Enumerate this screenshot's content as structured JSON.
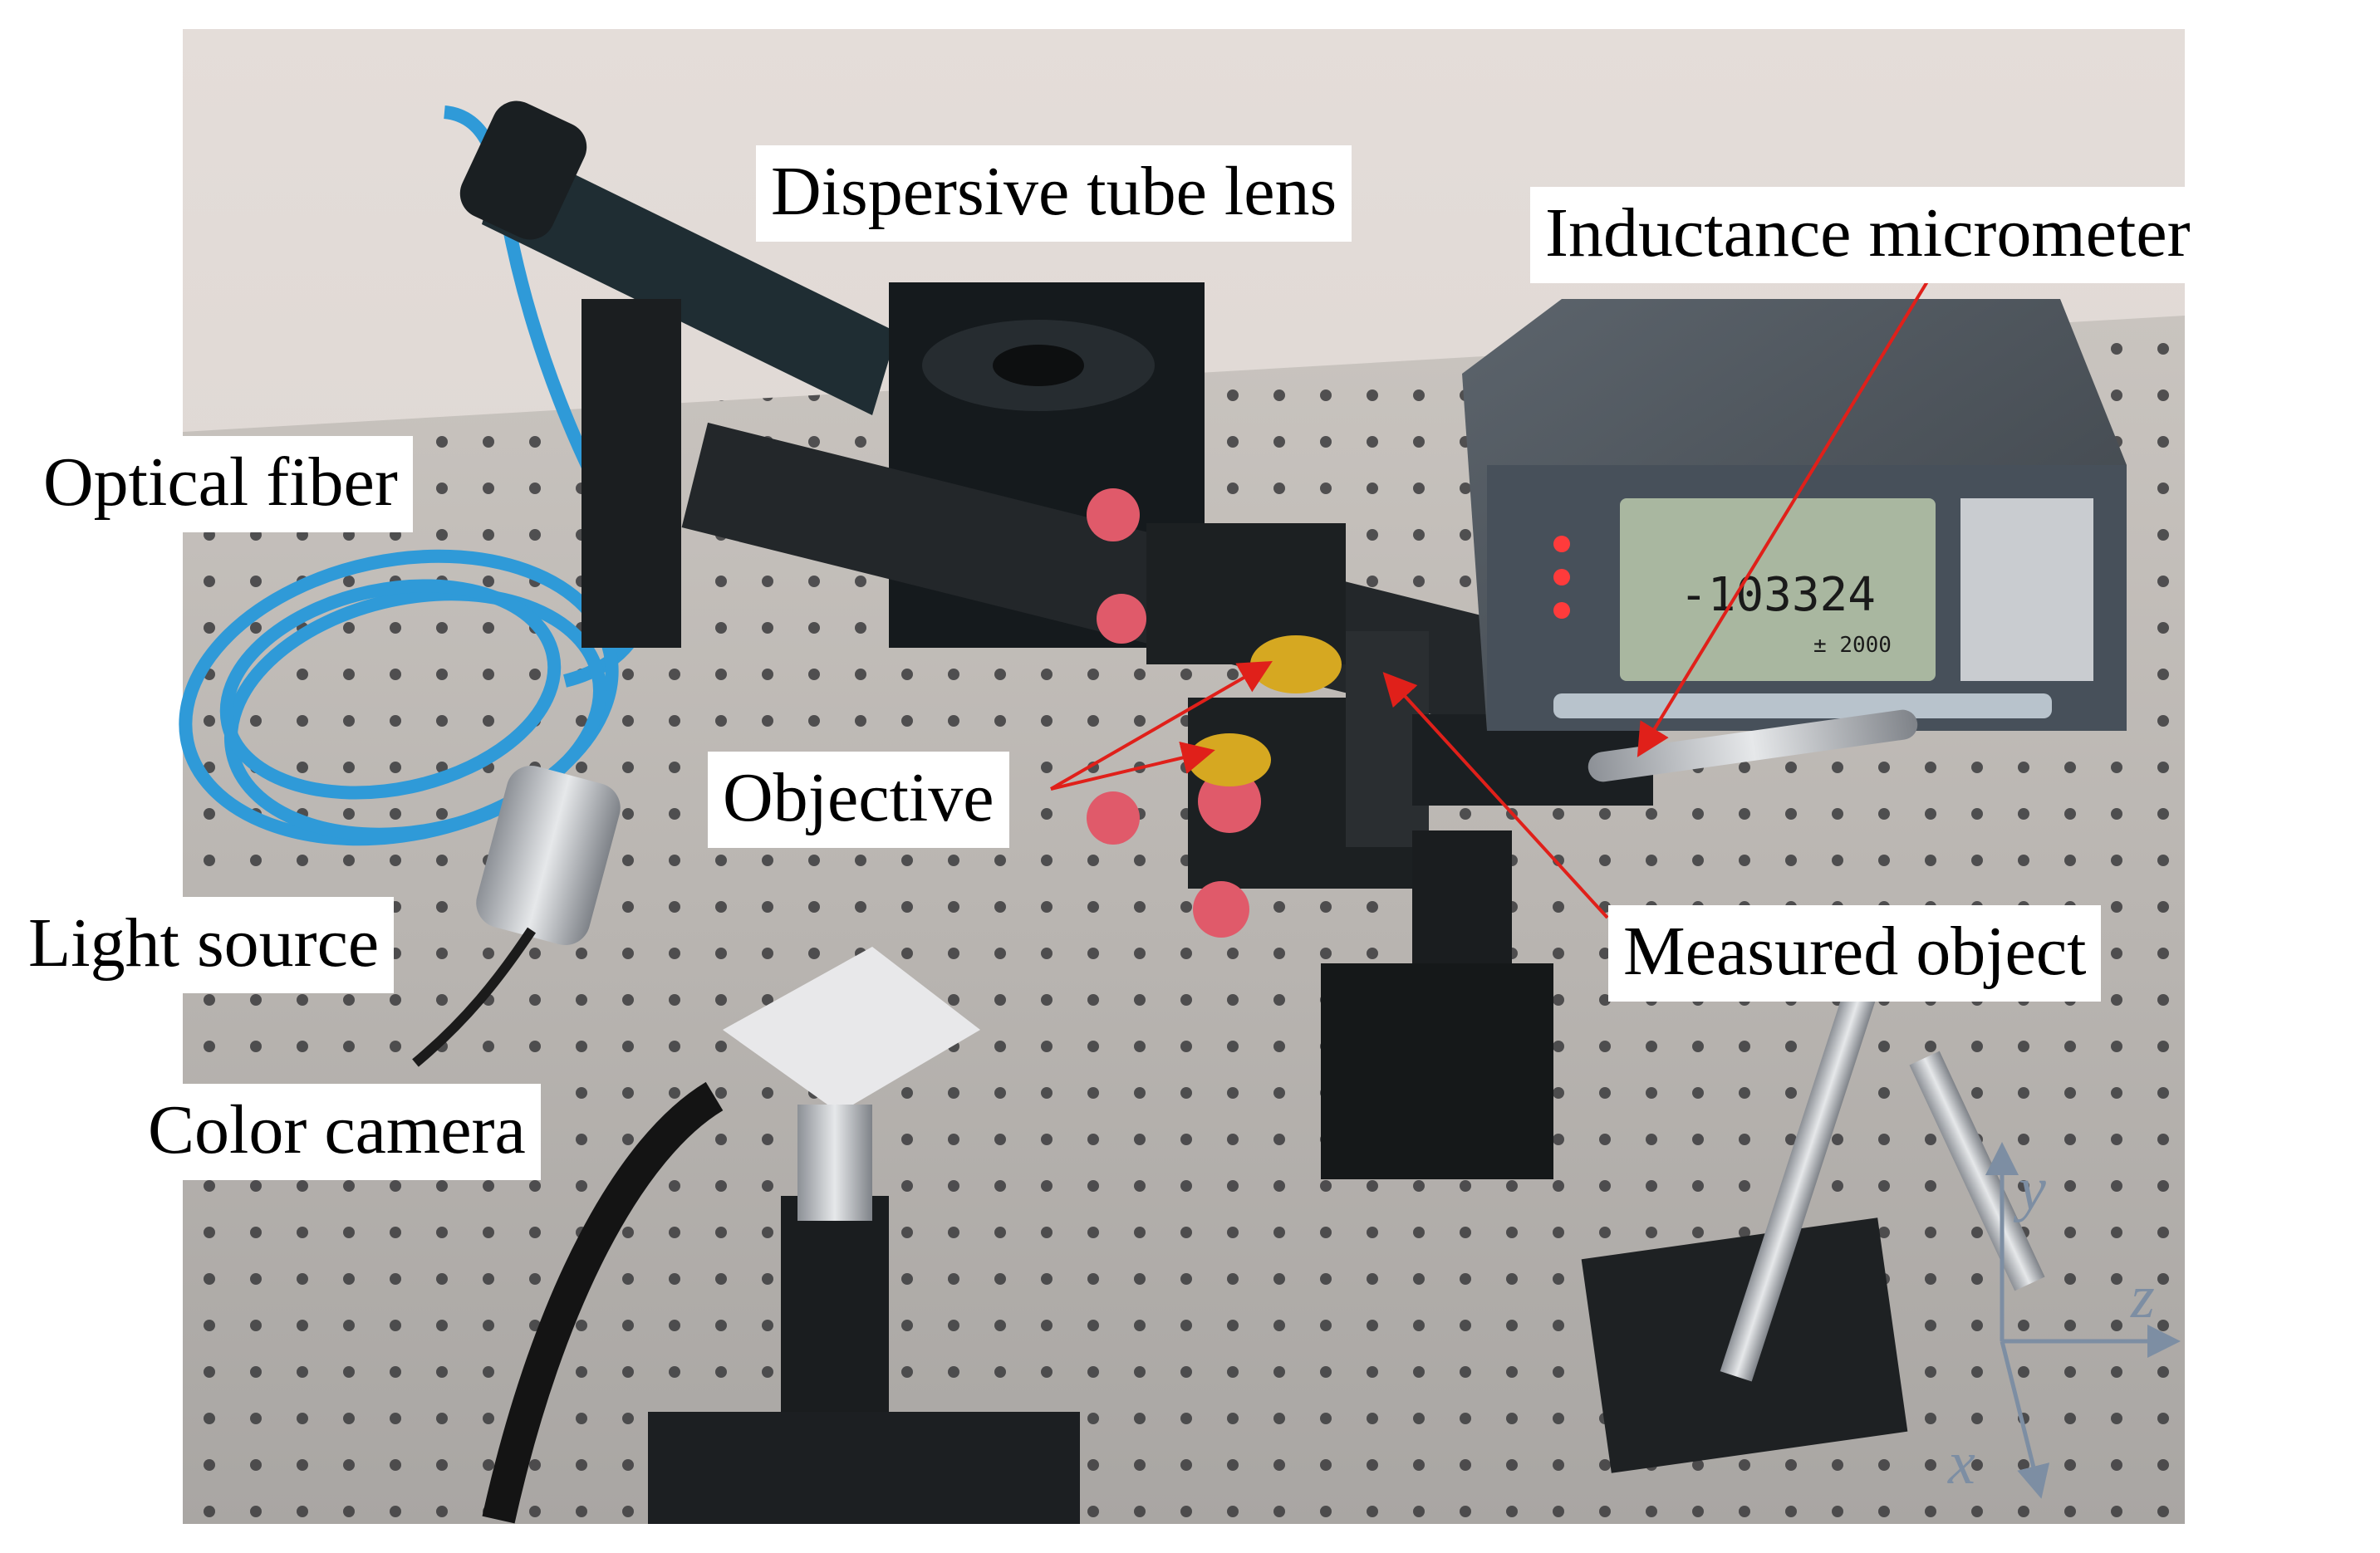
{
  "labels": {
    "dispersive_tube_lens": "Dispersive tube lens",
    "inductance_micrometer": "Inductance micrometer",
    "optical_fiber": "Optical fiber",
    "objective": "Objective",
    "light_source": "Light source",
    "measured_object": "Measured object",
    "color_camera": "Color camera"
  },
  "axes": {
    "y": "y",
    "z": "z",
    "x": "x"
  },
  "display": {
    "readout": "-103324",
    "sub_readout": "± 2000"
  },
  "colors": {
    "annotation_arrow": "#e0201a",
    "axis_arrow": "#7d8ea3",
    "fiber": "#2f9ad8",
    "lens_tube": "#1f2d33",
    "knob": "#e05a6a",
    "lcd": "#a9b7a0"
  }
}
